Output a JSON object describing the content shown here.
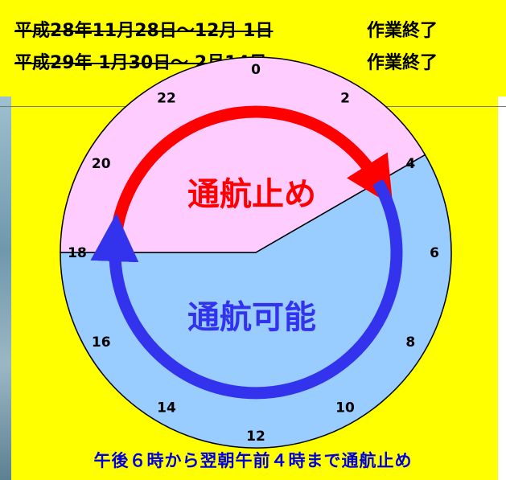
{
  "schedule": [
    {
      "date": "平成28年11月28日〜12月 1日",
      "status": "作業終了"
    },
    {
      "date": "平成29年 1月30日〜 2月14日",
      "status": "作業終了"
    }
  ],
  "clock": {
    "hour_labels": [
      "0",
      "2",
      "4",
      "6",
      "8",
      "10",
      "12",
      "14",
      "16",
      "18",
      "20",
      "22"
    ],
    "closed_label": "通航止め",
    "open_label": "通航可能",
    "closed_from_hour": 18,
    "closed_to_hour": 4,
    "colors": {
      "closed_fill": "#ffccff",
      "open_fill": "#99ccff",
      "closed_arrow": "#ff0000",
      "open_arrow": "#3333ee",
      "closed_text": "#ff0000",
      "open_text": "#3333ee"
    }
  },
  "note": "午後６時から翌朝午前４時まで通航止め"
}
